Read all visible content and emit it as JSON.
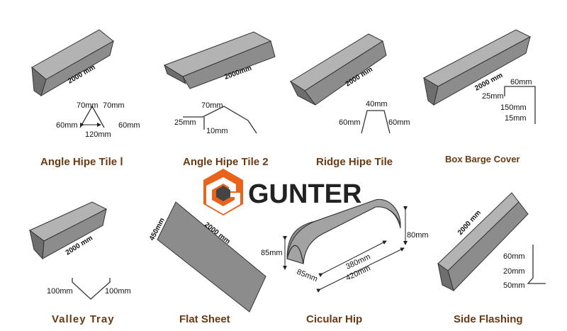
{
  "colors": {
    "brand_orange": "#e8641c",
    "label_brown": "#6b3a12",
    "sheet_gray": "#8c8c8c"
  },
  "brand": {
    "logo_icon": "gunter-g-hexagon-icon",
    "name": "GUNTER"
  },
  "products": [
    {
      "name": "Angle Hipe Tile Ⅰ",
      "length": "2000 mm",
      "dims": [
        "70mm",
        "70mm",
        "60mm",
        "60mm",
        "120mm"
      ]
    },
    {
      "name": "Angle Hipe Tile 2",
      "length": "2000mm",
      "dims": [
        "70mm",
        "25mm",
        "10mm"
      ]
    },
    {
      "name": "Ridge Hipe Tile",
      "length": "2000 mm",
      "dims": [
        "40mm",
        "60mm",
        "60mm"
      ]
    },
    {
      "name": "Box Barge Cover",
      "length": "2000 mm",
      "dims": [
        "60mm",
        "25mm",
        "150mm",
        "15mm"
      ]
    },
    {
      "name": "Valley Tray",
      "length": "2000 mm",
      "dims": [
        "100mm",
        "100mm"
      ]
    },
    {
      "name": "Flat Sheet",
      "length": "2000 mm",
      "dims": [
        "450mm"
      ]
    },
    {
      "name": "Cicular Hip",
      "length": "",
      "dims": [
        "85mm",
        "85mm",
        "380mm",
        "420mm",
        "80mm"
      ]
    },
    {
      "name": "Side Flashing",
      "length": "2000 mm",
      "dims": [
        "60mm",
        "20mm",
        "50mm"
      ]
    }
  ]
}
